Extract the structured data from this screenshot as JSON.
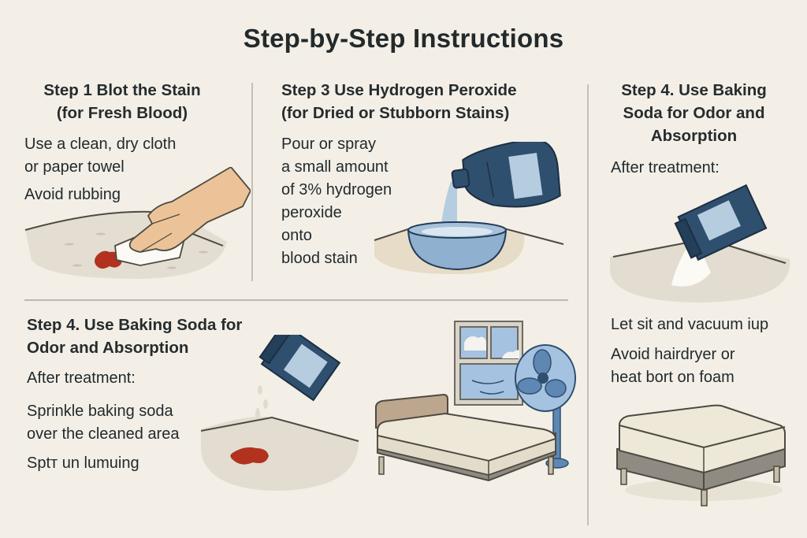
{
  "page": {
    "title": "Step-by-Step Instructions",
    "colors": {
      "background": "#f3efe7",
      "text": "#232a2c",
      "accent_blue": "#2f4f6e",
      "blood_red": "#b2321f",
      "surface": "#e2ddd0",
      "divider": "#c4c0b8"
    }
  },
  "panels": {
    "step1": {
      "heading_line1": "Step 1  Blot the Stain",
      "heading_line2": "(for Fresh Blood)",
      "lines": [
        "Use a clean, dry cloth",
        "or paper towel",
        "Avoid rubbing"
      ],
      "illustration": "hand-blotting-stain-with-cloth"
    },
    "step3": {
      "heading_line1": "Step 3  Use Hydrogen Peroxide",
      "heading_line2": "(for Dried or Stubborn Stains)",
      "lines": [
        "Pour or spray",
        "a small amount",
        "of 3% hydrogen",
        "peroxide",
        "onto",
        "blood stain"
      ],
      "illustration": "peroxide-bottle-pouring-into-bowl"
    },
    "step4_right": {
      "heading_line1": "Step 4. Use Baking",
      "heading_line2": "Soda for Odor and",
      "heading_line3": "Absorption",
      "intro": "After treatment:",
      "lines": [
        "Let sit and vacuum iup",
        "Avoid hairdryer or",
        "heat bort on foam"
      ],
      "illustration_top": "baking-soda-box-pouring",
      "illustration_bottom": "mattress-on-base"
    },
    "step4_bottom": {
      "heading_line1": "Step 4. Use Baking Soda for",
      "heading_line2": "Odor and Absorption",
      "intro": "After treatment:",
      "lines": [
        "Sprinkle baking soda",
        "over the cleaned area",
        "Sptт un lumuing"
      ],
      "illustration_left": "baking-soda-over-stain",
      "illustration_right": "bed-with-window-and-fan"
    }
  }
}
